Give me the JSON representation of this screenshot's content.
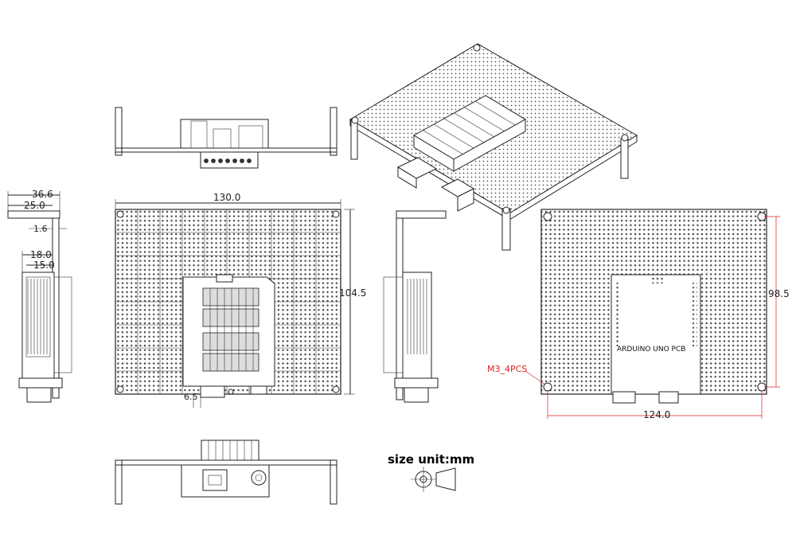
{
  "dimensions": {
    "width_130": "130.0",
    "height_104_5": "104.5",
    "width_124": "124.0",
    "height_98_5": "98.5",
    "side_36_6": "36.6",
    "side_25_0": "25.0",
    "side_1_6": "1.6",
    "side_18_0": "18.0",
    "side_15_0": "15.0",
    "offset_6_5": "6.5"
  },
  "labels": {
    "mount_holes": "M3_4PCS",
    "board_label": "ARDUINO UNO PCB",
    "size_unit": "size unit:mm"
  },
  "colors": {
    "line": "#222222",
    "dimension_red": "#dd2222",
    "background": "#ffffff"
  }
}
